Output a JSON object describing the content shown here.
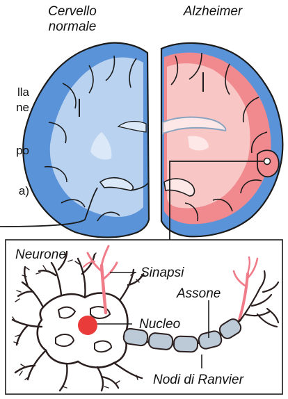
{
  "labels": {
    "normal_brain_line1": "Cervello",
    "normal_brain_line2": "normale",
    "alzheimer": "Alzheimer",
    "left_cut_1": "lla",
    "left_cut_2": "ne",
    "left_cut_3": "po",
    "left_cut_4": "a)",
    "neuron": "Neurone",
    "synapse": "Sinapsi",
    "axon": "Assone",
    "nucleus": "Nucleo",
    "ranvier_nodes": "Nodi di Ranvier"
  },
  "colors": {
    "normal_cortex": "#5b93d8",
    "normal_white_matter": "#b8d2f0",
    "normal_ventricle": "#dbe8f7",
    "alzheimer_cortex": "#f08a8e",
    "alzheimer_white_matter": "#f9c6c6",
    "alzheimer_ventricle": "#fde7e7",
    "outline": "#1b1b1b",
    "synapse": "#f07c8a",
    "nucleus": "#ea3b3b",
    "myelin": "#bcc9d6"
  }
}
